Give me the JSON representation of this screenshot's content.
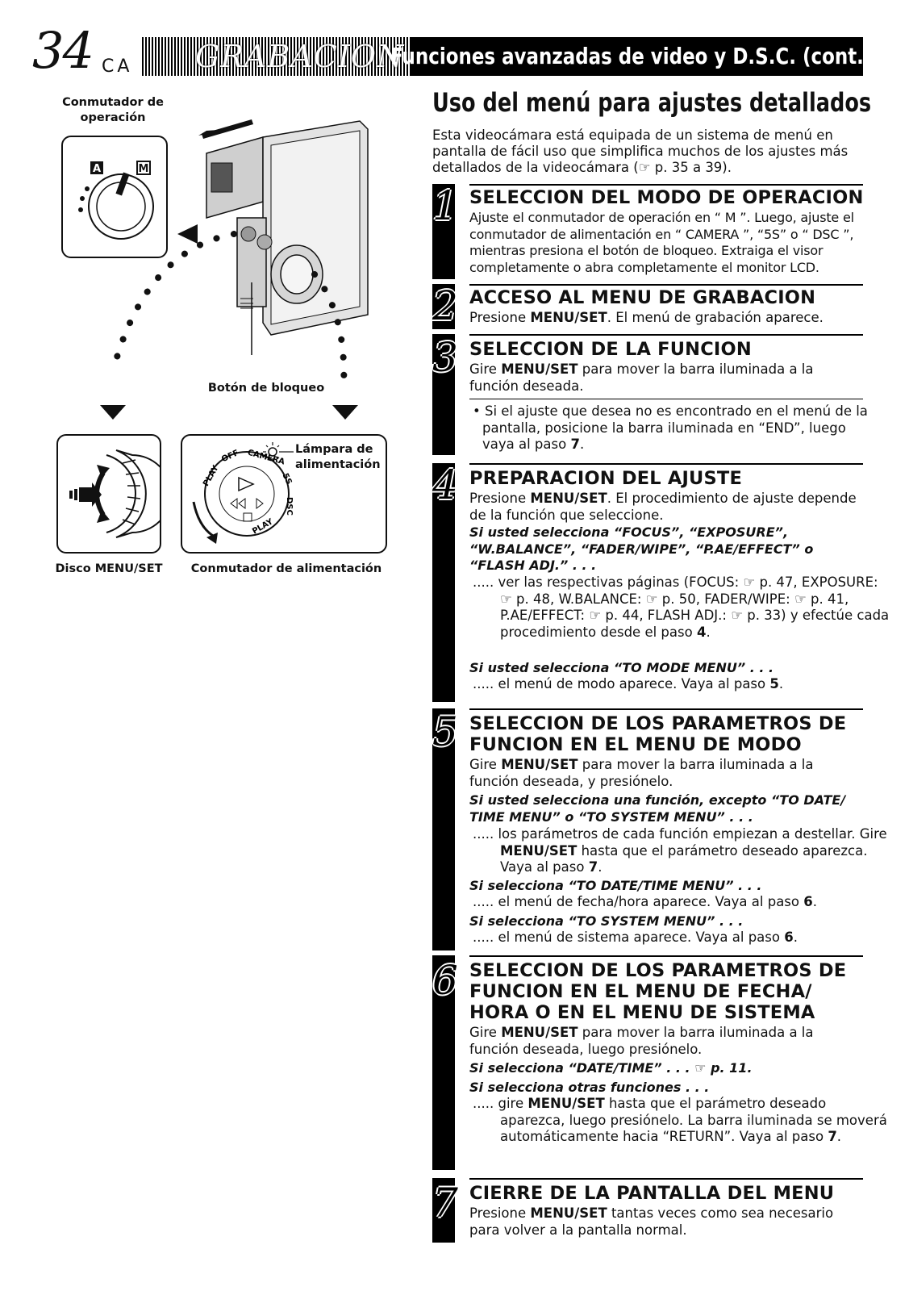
{
  "header": {
    "page_number": "34",
    "language": "CA",
    "title": "GRABACION",
    "subtitle": "Funciones avanzadas de video y D.S.C. (cont.)"
  },
  "section_title": "Uso del menú para ajustes detallados",
  "intro": "Esta videocámara está equipada de un sistema de menú en pantalla de fácil uso que simplifica muchos de los ajustes más detallados de la videocámara (☞ p. 35 a 39).",
  "figure": {
    "caption_mode_switch": "Conmutador de operación",
    "mode_a": "A",
    "mode_m": "M",
    "caption_lock": "Botón de bloqueo",
    "caption_lamp": "Lámpara de alimentación",
    "caption_dial": "Disco MENU/SET",
    "caption_power": "Conmutador de alimentación",
    "power_labels": [
      "PLAY",
      "OFF",
      "CAMERA",
      "5S",
      "DSC",
      "PLAY"
    ]
  },
  "steps": [
    {
      "num": "1",
      "heading": "SELECCION DEL MODO DE OPERACION",
      "body": "Ajuste el conmutador de operación en “ M ”. Luego, ajuste el conmutador de alimentación en “ CAMERA ”, “5S” o “ DSC ”, mientras presiona el botón de bloqueo. Extraiga el visor completamente o abra completamente el monitor LCD."
    },
    {
      "num": "2",
      "heading": "ACCESO AL MENU DE GRABACION",
      "body_a": "Presione ",
      "body_b": "MENU/SET",
      "body_c": ". El menú de grabación aparece."
    },
    {
      "num": "3",
      "heading": "SELECCION DE LA FUNCION",
      "body_a": "Gire ",
      "body_b": "MENU/SET",
      "body_c": " para mover la barra iluminada a la función deseada.",
      "bullet_a": "• Si el ajuste que desea no es encontrado en el menú de la pantalla, posicione la barra iluminada en “END”, luego vaya al paso ",
      "bullet_b": "7",
      "bullet_c": "."
    },
    {
      "num": "4",
      "heading": "PREPARACION DEL AJUSTE",
      "body_a": "Presione ",
      "body_b": "MENU/SET",
      "body_c": ". El procedimiento de ajuste depende de la función que seleccione.",
      "cond1": "Si usted selecciona “FOCUS”, “EXPOSURE”, “W.BALANCE”, “FADER/WIPE”, “P.AE/EFFECT” o “FLASH ADJ.” . . .",
      "res1_a": "..... ver las respectivas páginas (FOCUS: ☞ p. 47, EXPOSURE: ☞ p. 48, W.BALANCE: ☞ p. 50, FADER/WIPE: ☞ p. 41, P.AE/EFFECT: ☞ p. 44, FLASH ADJ.: ☞ p. 33) y efectúe cada procedimiento desde el paso ",
      "res1_b": "4",
      "res1_c": ".",
      "cond2": "Si usted selecciona “TO MODE MENU” . . .",
      "res2_a": "..... el menú de modo aparece. Vaya al paso ",
      "res2_b": "5",
      "res2_c": "."
    },
    {
      "num": "5",
      "heading1": "SELECCION DE LOS PARAMETROS DE",
      "heading2": "FUNCION EN EL MENU DE MODO",
      "body_a": "Gire ",
      "body_b": "MENU/SET",
      "body_c": " para mover la barra iluminada a la función deseada, y presiónelo.",
      "cond1": "Si usted selecciona una función, excepto “TO DATE/ TIME MENU” o “TO SYSTEM MENU” . . .",
      "res1_a": "..... los parámetros de cada función empiezan a destellar. Gire ",
      "res1_b": "MENU/SET",
      "res1_c": " hasta que el parámetro deseado aparezca. Vaya al paso ",
      "res1_d": "7",
      "res1_e": ".",
      "cond2": "Si selecciona “TO DATE/TIME MENU” . . .",
      "res2_a": "..... el menú de fecha/hora aparece. Vaya al paso ",
      "res2_b": "6",
      "res2_c": ".",
      "cond3": "Si selecciona “TO SYSTEM MENU” . . .",
      "res3_a": "..... el menú de sistema aparece. Vaya al paso ",
      "res3_b": "6",
      "res3_c": "."
    },
    {
      "num": "6",
      "heading1": "SELECCION DE LOS PARAMETROS DE",
      "heading2": "FUNCION EN EL MENU DE FECHA/",
      "heading3": "HORA O EN EL MENU DE SISTEMA",
      "body_a": "Gire ",
      "body_b": "MENU/SET",
      "body_c": " para mover la barra iluminada a la función deseada, luego presiónelo.",
      "cond1": "Si selecciona “DATE/TIME” . . . ☞ p. 11.",
      "cond2": "Si selecciona otras funciones  . . .",
      "res_a": "..... gire ",
      "res_b": "MENU/SET",
      "res_c": " hasta que el parámetro deseado aparezca, luego presiónelo. La barra iluminada se moverá automáticamente hacia “RETURN”. Vaya al paso ",
      "res_d": "7",
      "res_e": "."
    },
    {
      "num": "7",
      "heading": "CIERRE DE LA PANTALLA DEL MENU",
      "body_a": "Presione ",
      "body_b": "MENU/SET",
      "body_c": " tantas veces como sea necesario para volver a la pantalla normal."
    }
  ]
}
